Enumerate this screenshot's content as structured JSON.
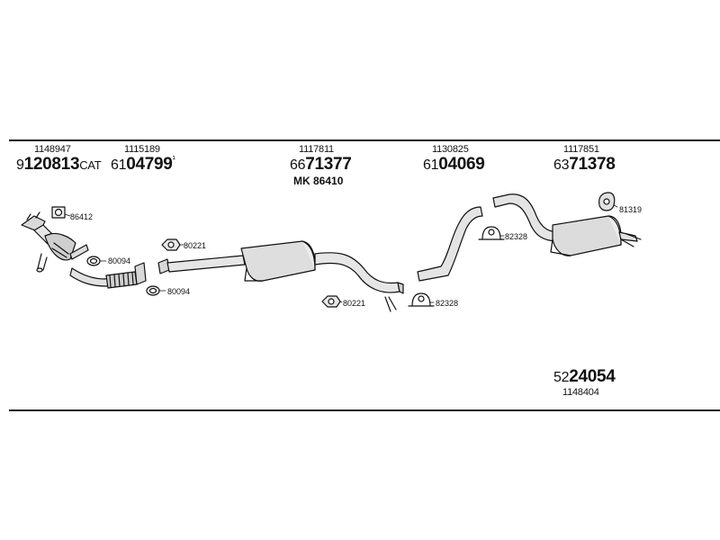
{
  "header": [
    {
      "oe": "1148947",
      "prefix": "9",
      "bold": "120813",
      "suffix": "CAT"
    },
    {
      "oe": "1115189",
      "prefix": "61",
      "bold": "04799",
      "suffix": "¹"
    },
    {
      "oe": "1117811",
      "prefix": "66",
      "bold": "71377",
      "suffix": ""
    },
    {
      "oe": "1130825",
      "prefix": "61",
      "bold": "04069",
      "suffix": ""
    },
    {
      "oe": "1117851",
      "prefix": "63",
      "bold": "71378",
      "suffix": ""
    }
  ],
  "mk_label": "MK 86410",
  "parts": {
    "p86412": "86412",
    "p80221a": "80221",
    "p80094a": "80094",
    "p80094b": "80094",
    "p80221b": "80221",
    "p82328a": "82328",
    "p82328b": "82328",
    "p81319": "81319"
  },
  "footer": {
    "prefix": "52",
    "bold": "24054",
    "oe": "1148404"
  },
  "colors": {
    "line": "#111111",
    "fill": "#d8d8d8",
    "background": "#ffffff"
  }
}
